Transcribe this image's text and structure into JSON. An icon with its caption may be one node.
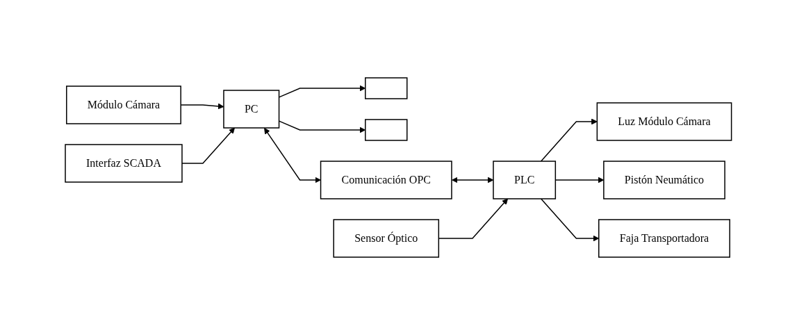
{
  "diagram": {
    "nodes": [
      {
        "text": [],
        "shape": "box"
      },
      {
        "text": [
          "Módulo Cámara"
        ]
      },
      {
        "text": [
          "Interfaz SCADA"
        ]
      },
      {
        "text": [
          "PC"
        ]
      },
      {
        "text": [],
        "shape": "box"
      },
      {
        "text": [
          "Comunicación OPC"
        ]
      },
      {
        "text": [
          "PLC"
        ]
      },
      {
        "text": [
          "Sensor Óptico"
        ]
      },
      {
        "text": [
          "Luz Módulo Cámara"
        ]
      },
      {
        "text": [
          "Pistón Neumático"
        ]
      },
      {
        "text": [
          "Faja Transportadora"
        ]
      }
    ],
    "edges": [
      {
        "from": 3,
        "to": 0,
        "arrow": "to"
      },
      {
        "from": 1,
        "to": 3,
        "arrow": "to"
      },
      {
        "from": 2,
        "to": 3,
        "arrow": "to"
      },
      {
        "from": 3,
        "to": 4,
        "arrow": "to"
      },
      {
        "from": 3,
        "to": 5,
        "arrow": "both"
      },
      {
        "from": 5,
        "to": 6,
        "arrow": "both"
      },
      {
        "from": 7,
        "to": 6,
        "arrow": "to"
      },
      {
        "from": 6,
        "to": 8,
        "arrow": "to"
      },
      {
        "from": 6,
        "to": 9,
        "arrow": "to"
      },
      {
        "from": 6,
        "to": 10,
        "arrow": "to"
      }
    ]
  }
}
